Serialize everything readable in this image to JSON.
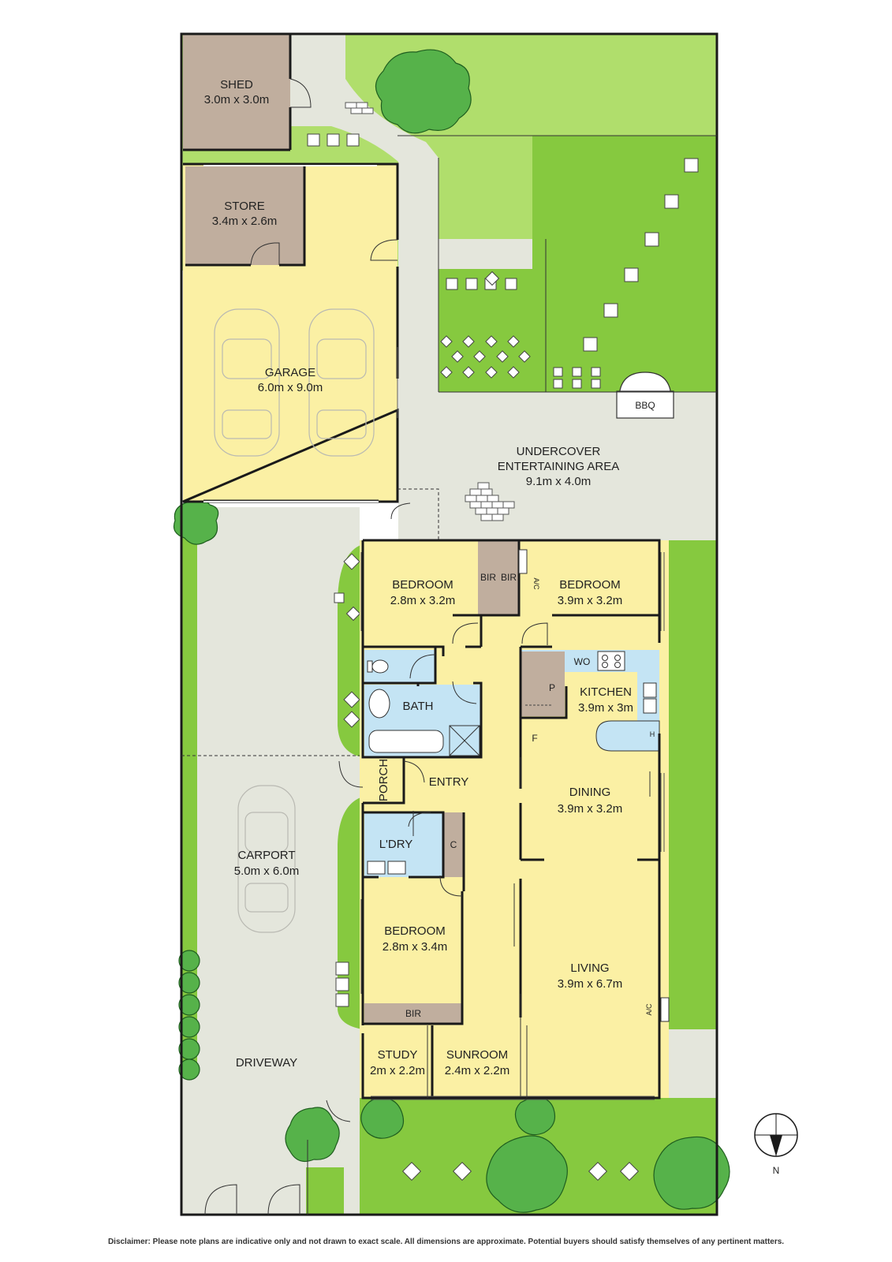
{
  "rooms": {
    "shed": {
      "name": "SHED",
      "size": "3.0m x 3.0m"
    },
    "store": {
      "name": "STORE",
      "size": "3.4m x 2.6m"
    },
    "garage": {
      "name": "GARAGE",
      "size": "6.0m x 9.0m"
    },
    "undercover": {
      "name1": "UNDERCOVER",
      "name2": "ENTERTAINING AREA",
      "size": "9.1m x 4.0m"
    },
    "bedroom1": {
      "name": "BEDROOM",
      "size": "2.8m x 3.2m"
    },
    "bedroom2": {
      "name": "BEDROOM",
      "size": "3.9m x 3.2m"
    },
    "bath": {
      "name": "BATH"
    },
    "kitchen": {
      "name": "KITCHEN",
      "size": "3.9m x 3m"
    },
    "porch": {
      "name": "PORCH"
    },
    "entry": {
      "name": "ENTRY"
    },
    "dining": {
      "name": "DINING",
      "size": "3.9m x 3.2m"
    },
    "laundry": {
      "name": "L'DRY"
    },
    "carport": {
      "name": "CARPORT",
      "size": "5.0m x 6.0m"
    },
    "bedroom3": {
      "name": "BEDROOM",
      "size": "2.8m x 3.4m"
    },
    "living": {
      "name": "LIVING",
      "size": "3.9m x 6.7m"
    },
    "study": {
      "name": "STUDY",
      "size": "2m x 2.2m"
    },
    "sunroom": {
      "name": "SUNROOM",
      "size": "2.4m x 2.2m"
    },
    "driveway": {
      "name": "DRIVEWAY"
    }
  },
  "fixtures": {
    "bir": "BIR",
    "ac": "A/C",
    "wo": "WO",
    "pantry": "P",
    "fridge": "F",
    "h": "H",
    "cupboard": "C",
    "bbq": "BBQ"
  },
  "compass": {
    "north": "N"
  },
  "disclaimer": "Disclaimer: Please note plans are indicative only and not drawn to exact scale. All dimensions are approximate. Potential buyers should satisfy themselves of any pertinent matters.",
  "colors": {
    "lawn": "#b0de6c",
    "lawn_dark": "#86c93f",
    "paving": "#e4e6dc",
    "room": "#fbf0a4",
    "wet": "#c4e4f4",
    "storage": "#c0ae9e",
    "tree": "#56b24a",
    "wall": "#1a1a1a"
  }
}
